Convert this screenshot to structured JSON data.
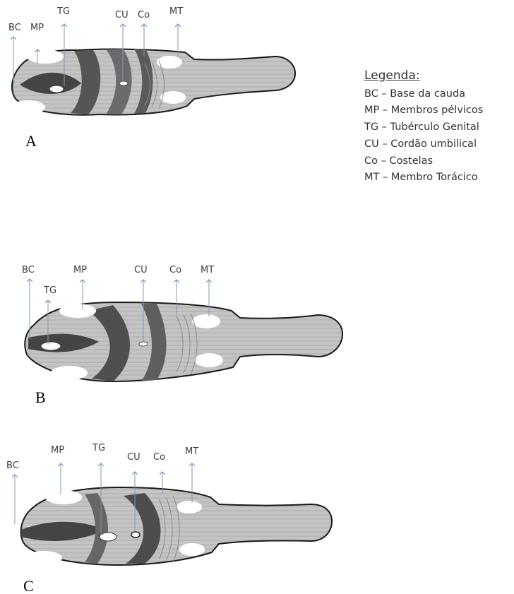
{
  "panels": [
    {
      "letter": "A",
      "labels": {
        "BC": "BC",
        "MP": "MP",
        "TG": "TG",
        "CU": "CU",
        "Co": "Co",
        "MT": "MT"
      }
    },
    {
      "letter": "B",
      "labels": {
        "BC": "BC",
        "TG": "TG",
        "MP": "MP",
        "CU": "CU",
        "Co": "Co",
        "MT": "MT"
      }
    },
    {
      "letter": "C",
      "labels": {
        "BC": "BC",
        "MP": "MP",
        "TG": "TG",
        "CU": "CU",
        "Co": "Co",
        "MT": "MT"
      }
    }
  ],
  "legend": {
    "title": "Legenda:",
    "items": [
      "BC – Base da cauda",
      "MP – Membros pélvicos",
      "TG – Tubérculo Genital",
      "CU – Cordão umbilical",
      "Co – Costelas",
      "MT – Membro Torácico"
    ]
  },
  "colors": {
    "arrow": "#7f97ad",
    "outline": "#1a1a1a",
    "dark_band": "#4a4a4a",
    "body_fill": "#b9b9b9"
  }
}
